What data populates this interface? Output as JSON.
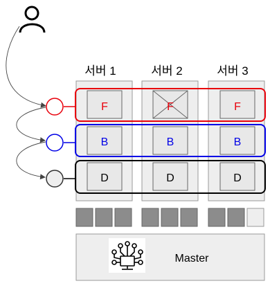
{
  "servers": [
    {
      "label": "서버 1",
      "f_failed": false
    },
    {
      "label": "서버 2",
      "f_failed": true
    },
    {
      "label": "서버 3",
      "f_failed": false
    }
  ],
  "rows": [
    {
      "label": "F",
      "color": "#e8000b"
    },
    {
      "label": "B",
      "color": "#0000e6"
    },
    {
      "label": "D",
      "color": "#000000"
    }
  ],
  "nodes": [
    {
      "name": "node-f",
      "color": "#e8000b",
      "fill": "#ffffff"
    },
    {
      "name": "node-b",
      "color": "#0000e6",
      "fill": "#ffffff"
    },
    {
      "name": "node-d",
      "color": "#333333",
      "fill": "#eeeeee"
    }
  ],
  "storage_blocks": [
    {
      "server": "서버 1",
      "filled": [
        true,
        true,
        true
      ]
    },
    {
      "server": "서버 2",
      "filled": [
        true,
        true,
        true
      ]
    },
    {
      "server": "서버 3",
      "filled": [
        true,
        true,
        false
      ]
    }
  ],
  "master": {
    "label": "Master",
    "icon": "network-computer-icon"
  },
  "user_icon": "user-icon",
  "colors": {
    "server_bg": "#eeeeee",
    "server_border": "#999999",
    "box_bg": "#e8e8e8",
    "block_filled": "#8c8c8c",
    "block_empty": "#eeeeee"
  }
}
